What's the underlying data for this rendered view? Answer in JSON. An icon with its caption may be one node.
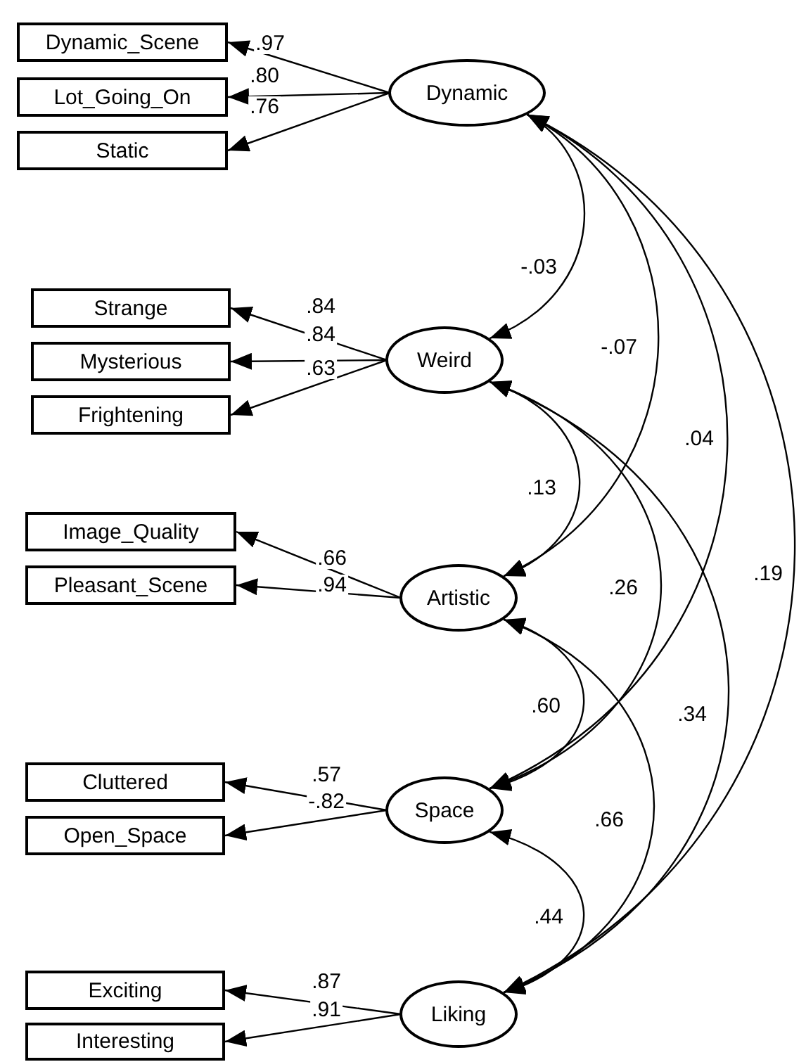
{
  "diagram": {
    "nodes": [
      {
        "text": [
          "Dynamic"
        ]
      },
      {
        "text": [
          "Dynamic_Scene"
        ]
      },
      {
        "text": [
          "Lot_Going_On"
        ]
      },
      {
        "text": [
          "Static"
        ]
      },
      {
        "text": [
          "Weird"
        ]
      },
      {
        "text": [
          "Strange"
        ]
      },
      {
        "text": [
          "Mysterious"
        ]
      },
      {
        "text": [
          "Frightening"
        ]
      },
      {
        "text": [
          "Artistic"
        ]
      },
      {
        "text": [
          "Image_Quality"
        ]
      },
      {
        "text": [
          "Pleasant_Scene"
        ]
      },
      {
        "text": [
          "Space"
        ]
      },
      {
        "text": [
          "Cluttered"
        ]
      },
      {
        "text": [
          "Open_Space"
        ]
      },
      {
        "text": [
          "Liking"
        ]
      },
      {
        "text": [
          "Exciting"
        ]
      },
      {
        "text": [
          "Interesting"
        ]
      }
    ],
    "edges": [
      {
        "from": 0,
        "to": 1,
        "arrow": "to",
        "label": ".97"
      },
      {
        "from": 0,
        "to": 2,
        "arrow": "to",
        "label": ".80"
      },
      {
        "from": 0,
        "to": 3,
        "arrow": "to",
        "label": ".76"
      },
      {
        "from": 4,
        "to": 5,
        "arrow": "to",
        "label": ".84"
      },
      {
        "from": 4,
        "to": 6,
        "arrow": "to",
        "label": ".84"
      },
      {
        "from": 4,
        "to": 7,
        "arrow": "to",
        "label": ".63"
      },
      {
        "from": 8,
        "to": 9,
        "arrow": "to",
        "label": ".66"
      },
      {
        "from": 8,
        "to": 10,
        "arrow": "to",
        "label": ".94"
      },
      {
        "from": 11,
        "to": 12,
        "arrow": "to",
        "label": ".57"
      },
      {
        "from": 11,
        "to": 13,
        "arrow": "to",
        "label": "-.82"
      },
      {
        "from": 14,
        "to": 15,
        "arrow": "to",
        "label": ".87"
      },
      {
        "from": 14,
        "to": 16,
        "arrow": "to",
        "label": ".91"
      },
      {
        "from": 0,
        "to": 4,
        "arrow": "both",
        "label": "-.03"
      },
      {
        "from": 0,
        "to": 8,
        "arrow": "both",
        "label": "-.07"
      },
      {
        "from": 0,
        "to": 11,
        "arrow": "both",
        "label": ".04"
      },
      {
        "from": 0,
        "to": 14,
        "arrow": "both",
        "label": ".19"
      },
      {
        "from": 4,
        "to": 8,
        "arrow": "both",
        "label": ".13"
      },
      {
        "from": 4,
        "to": 11,
        "arrow": "both",
        "label": ".26"
      },
      {
        "from": 4,
        "to": 14,
        "arrow": "both",
        "label": ".34"
      },
      {
        "from": 8,
        "to": 11,
        "arrow": "both",
        "label": ".60"
      },
      {
        "from": 8,
        "to": 14,
        "arrow": "both",
        "label": ".66"
      },
      {
        "from": 11,
        "to": 14,
        "arrow": "both",
        "label": ".44"
      }
    ]
  }
}
